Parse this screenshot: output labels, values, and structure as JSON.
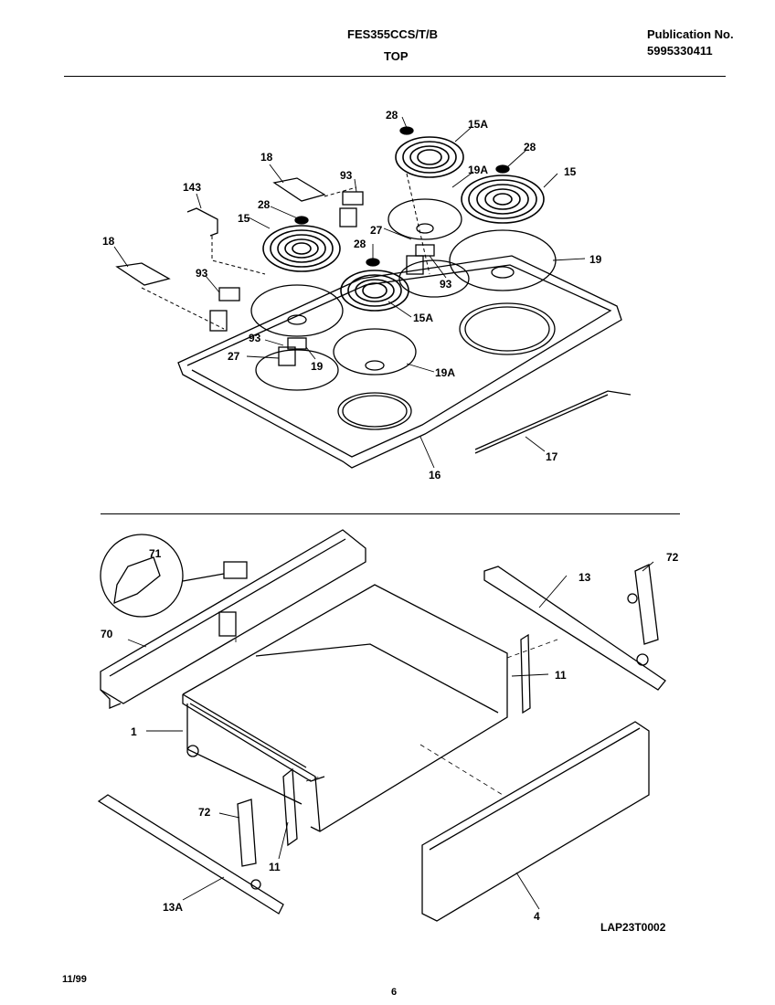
{
  "header": {
    "model": "FES355CCS/T/B",
    "section": "TOP",
    "publication_label": "Publication No.",
    "publication_number": "5995330411"
  },
  "callouts": {
    "c28a": "28",
    "c15Aa": "15A",
    "c28b": "28",
    "c19Aa": "19A",
    "c15a": "15",
    "c18a": "18",
    "c93a": "93",
    "c143": "143",
    "c28c": "28",
    "c15b": "15",
    "c27a": "27",
    "c18b": "18",
    "c28d": "28",
    "c19a": "19",
    "c93b": "93",
    "c93c": "93",
    "c15Ab": "15A",
    "c93d": "93",
    "c27b": "27",
    "c19b": "19",
    "c19Ab": "19A",
    "c17": "17",
    "c16": "16",
    "c71": "71",
    "c70": "70",
    "c13a": "13",
    "c72a": "72",
    "c11a": "11",
    "c1": "1",
    "c72b": "72",
    "c11b": "11",
    "c13A": "13A",
    "c4": "4"
  },
  "footer": {
    "date": "11/99",
    "page": "6",
    "diagram_id": "LAP23T0002"
  }
}
